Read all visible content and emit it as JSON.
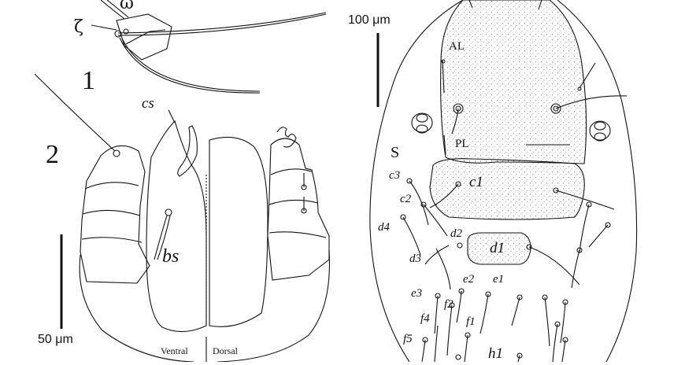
{
  "panels": {
    "one": "1",
    "two": "2"
  },
  "scale_bars": {
    "left": "50 μm",
    "right": "100 μm"
  },
  "leg_labels": {
    "omega": "ω",
    "zeta": "ζ"
  },
  "chelicera_labels": {
    "cs": "cs",
    "bs": "bs",
    "ventral": "Ventral",
    "dorsal": "Dorsal"
  },
  "body_labels": {
    "AL": "AL",
    "PL": "PL",
    "S": "S",
    "c1": "c1",
    "c2": "c2",
    "c3": "c3",
    "d1": "d1",
    "d2": "d2",
    "d3": "d3",
    "d4": "d4",
    "e1": "e1",
    "e2": "e2",
    "e3": "e3",
    "f1": "f1",
    "f2": "f2",
    "f4": "f4",
    "f5": "f5",
    "h1": "h1"
  },
  "colors": {
    "ink": "#111111",
    "stipple": "#666666",
    "background": "#ffffff"
  }
}
